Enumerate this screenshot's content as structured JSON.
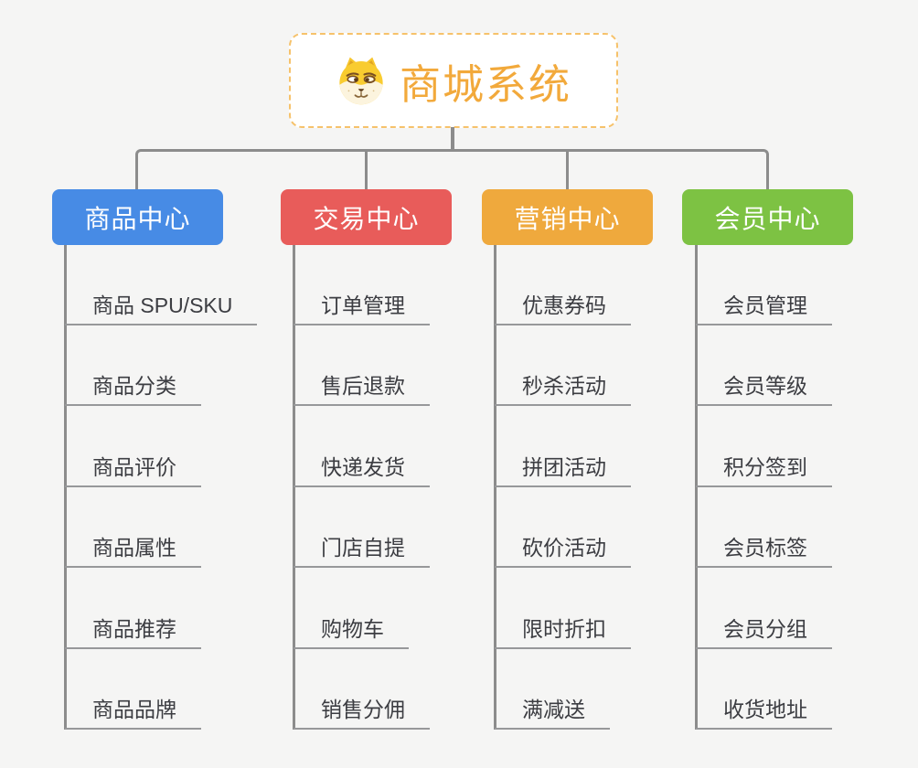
{
  "root": {
    "title": "商城系统",
    "icon": "doge-icon",
    "accent_color": "#f2a93b",
    "border_color": "#f6c26b"
  },
  "connector_color": "#8c8c8c",
  "background_color": "#f5f5f4",
  "branches": [
    {
      "label": "商品中心",
      "color": "#478be5",
      "children": [
        "商品 SPU/SKU",
        "商品分类",
        "商品评价",
        "商品属性",
        "商品推荐",
        "商品品牌"
      ]
    },
    {
      "label": "交易中心",
      "color": "#e85c5a",
      "children": [
        "订单管理",
        "售后退款",
        "快递发货",
        "门店自提",
        "购物车",
        "销售分佣"
      ]
    },
    {
      "label": "营销中心",
      "color": "#efa93d",
      "children": [
        "优惠券码",
        "秒杀活动",
        "拼团活动",
        "砍价活动",
        "限时折扣",
        "满减送"
      ]
    },
    {
      "label": "会员中心",
      "color": "#7dc243",
      "children": [
        "会员管理",
        "会员等级",
        "积分签到",
        "会员标签",
        "会员分组",
        "收货地址"
      ]
    }
  ]
}
